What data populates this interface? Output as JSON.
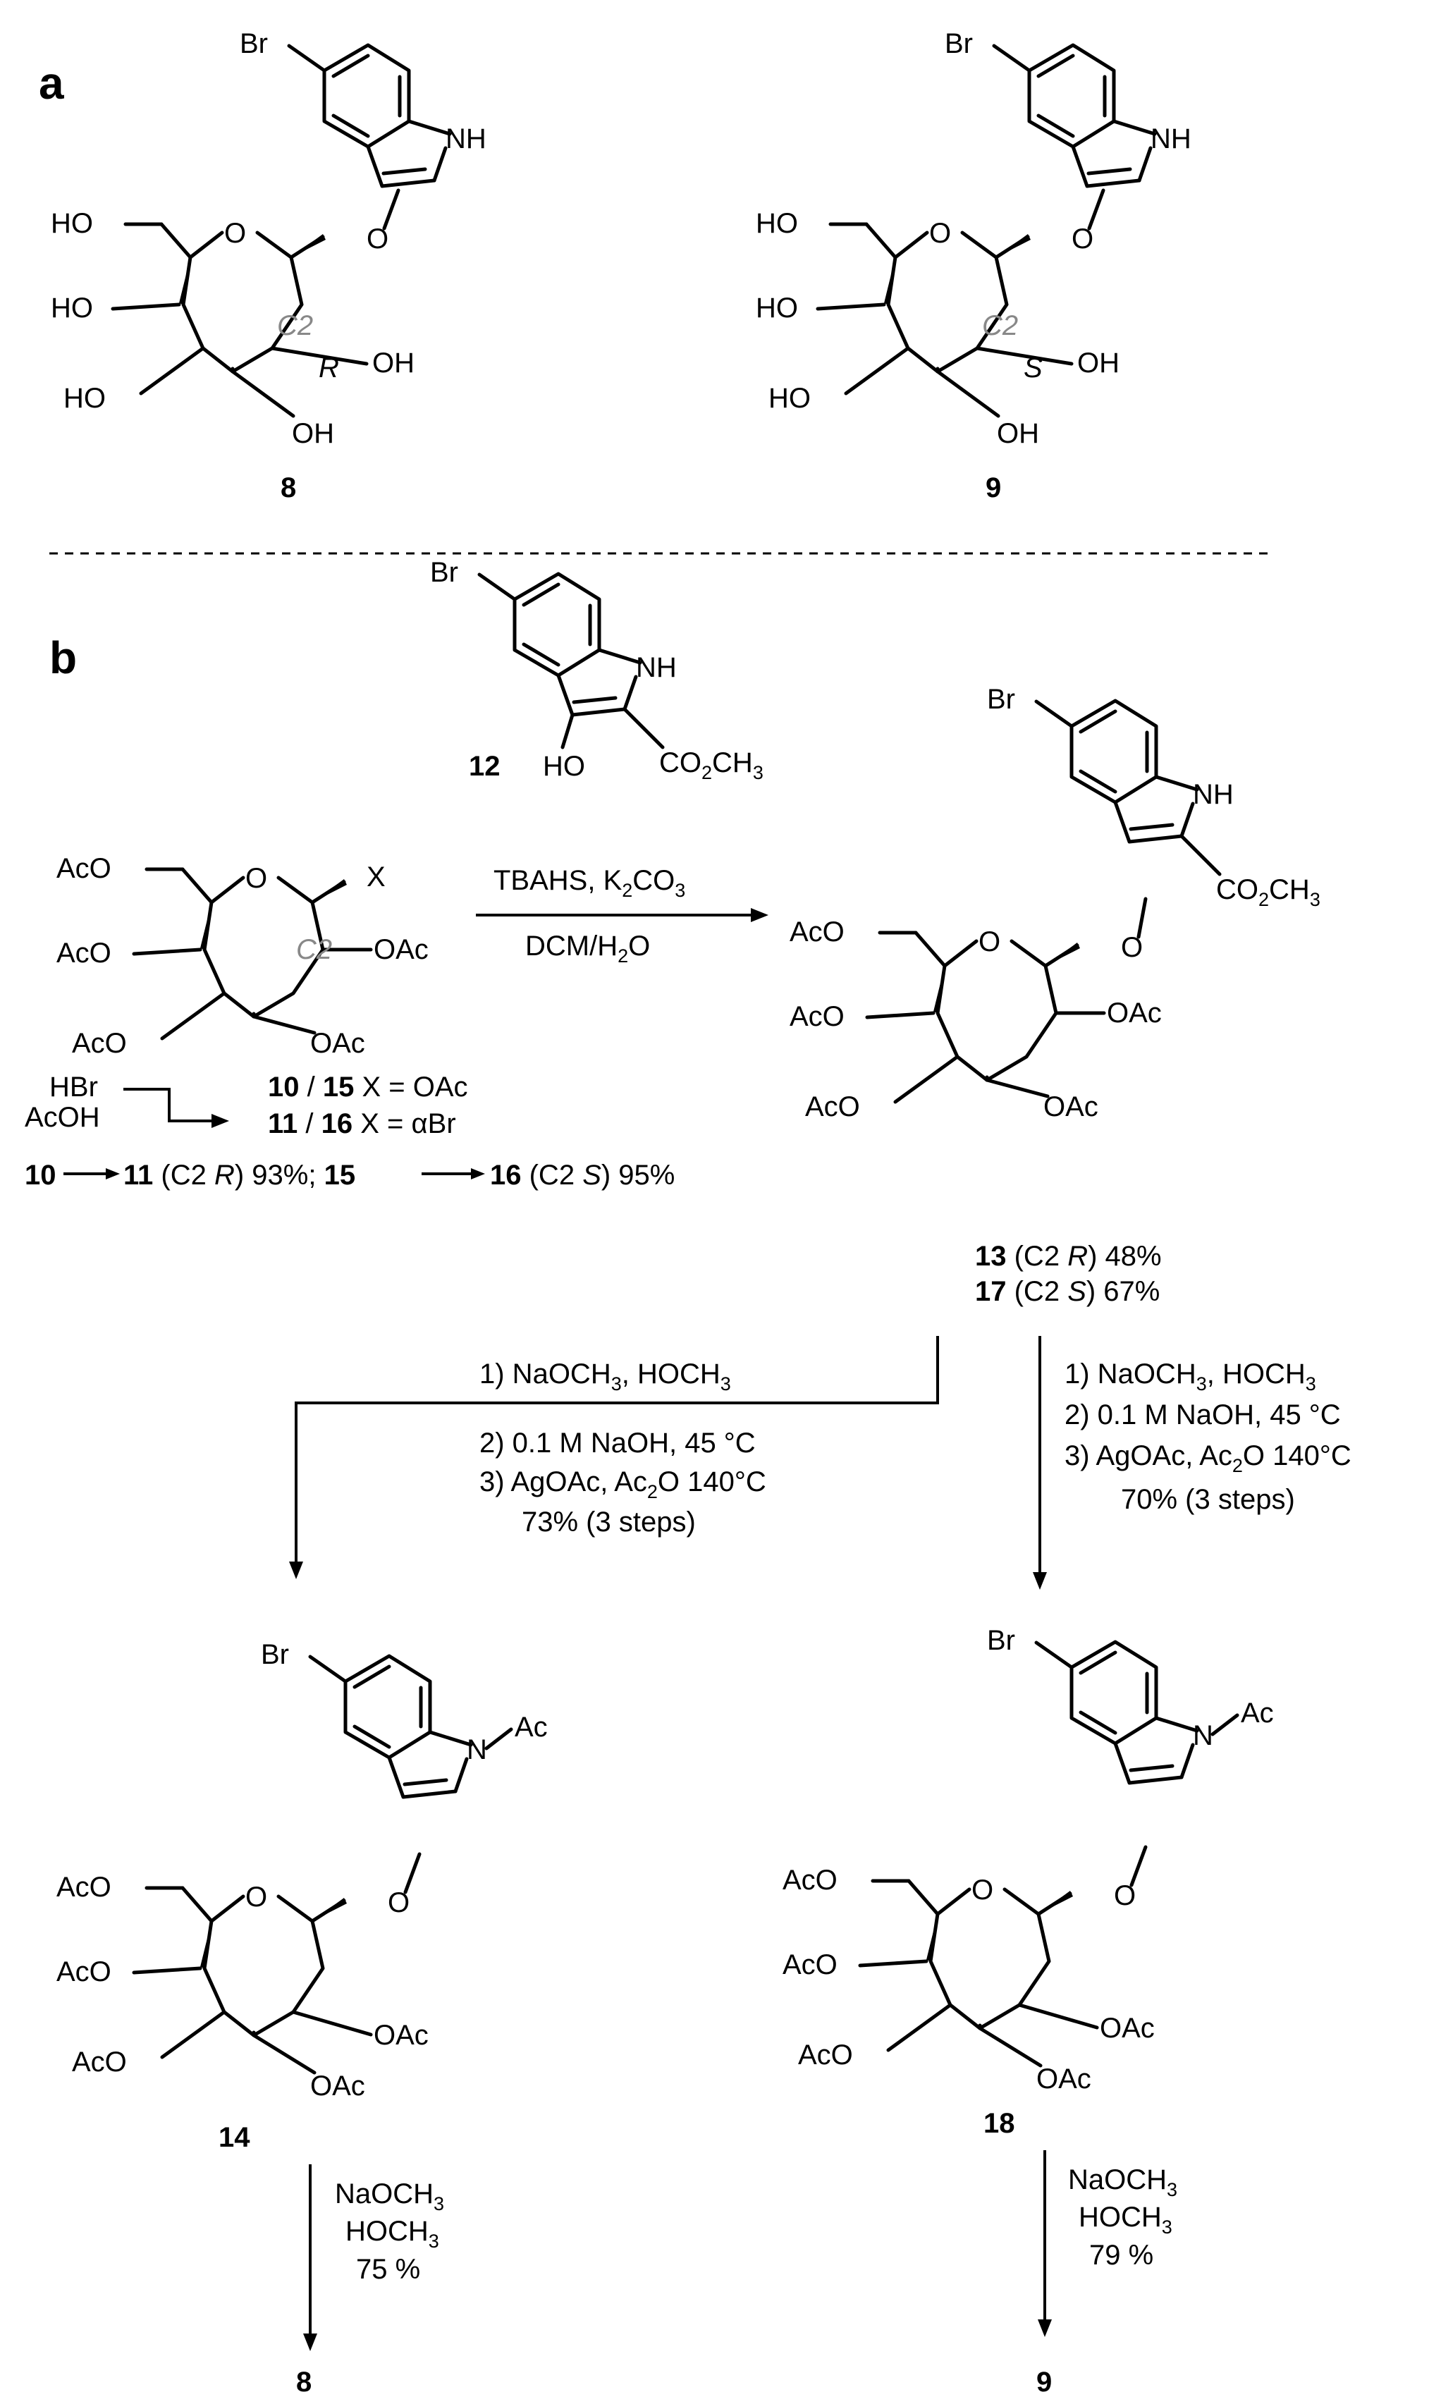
{
  "panels": {
    "a": "a",
    "b": "b"
  },
  "atoms": {
    "Br": "Br",
    "NH": "NH",
    "O": "O",
    "HO": "HO",
    "OH": "OH",
    "AcO": "AcO",
    "OAc": "OAc",
    "X": "X",
    "N_Ac": "N",
    "Ac": "Ac",
    "HO_12": "HO",
    "CO2CH3": {
      "main": "CO",
      "sub": "2",
      "tail": "CH",
      "sub2": "3"
    }
  },
  "stereo": {
    "C2": "C2",
    "R": "R",
    "S": "S"
  },
  "compounds": {
    "c8": "8",
    "c9": "9",
    "c12": "12",
    "c14": "14",
    "c18": "18",
    "c8_end": "8",
    "c9_end": "9"
  },
  "labels": {
    "x_oac": {
      "num1": "10",
      "slash": " / ",
      "num2": "15",
      "text": "   X = OAc"
    },
    "x_abr": {
      "num1": "11",
      "slash": " / ",
      "num2": "16",
      "text": "   X = αBr"
    },
    "hbr_acoh": {
      "line1": "HBr",
      "line2": "AcOH"
    },
    "yields_bromide": {
      "n10": "10",
      "n11": "11",
      "t1": " (C2 ",
      "r": "R",
      "t2": ") 93%; ",
      "n15": "15",
      "n16": "16",
      "t3": " (C2 ",
      "s": "S",
      "t4": ") 95%"
    },
    "yield13": {
      "num": "13",
      "t1": " (C2 ",
      "r": "R",
      "t2": ") 48%"
    },
    "yield17": {
      "num": "17",
      "t1": " (C2 ",
      "s": "S",
      "t2": ") 67%"
    }
  },
  "conditions": {
    "glycosylation": {
      "line1": {
        "a": "TBAHS, K",
        "sub": "2",
        "b": "CO",
        "sub2": "3"
      },
      "line2": {
        "a": "DCM/H",
        "sub": "2",
        "b": "O"
      }
    },
    "left": {
      "line1": {
        "a": "1) NaOCH",
        "sub": "3",
        "b": ", HOCH",
        "sub2": "3"
      },
      "line2": "2) 0.1 M NaOH, 45 °C",
      "line3": {
        "a": "3) AgOAc, Ac",
        "sub": "2",
        "b": "O 140°C"
      },
      "line4": "73%  (3 steps)"
    },
    "right": {
      "line1": {
        "a": "1) NaOCH",
        "sub": "3",
        "b": ", HOCH",
        "sub2": "3"
      },
      "line2": "2) 0.1 M NaOH, 45 °C",
      "line3": {
        "a": "3) AgOAc, Ac",
        "sub": "2",
        "b": "O 140°C"
      },
      "line4": "70%  (3 steps)"
    },
    "deprot_left": {
      "l1a": "NaOCH",
      "l1sub": "3",
      "l2a": "HOCH",
      "l2sub": "3",
      "l3": "75 %"
    },
    "deprot_right": {
      "l1a": "NaOCH",
      "l1sub": "3",
      "l2a": "HOCH",
      "l2sub": "3",
      "l3": "79 %"
    }
  }
}
